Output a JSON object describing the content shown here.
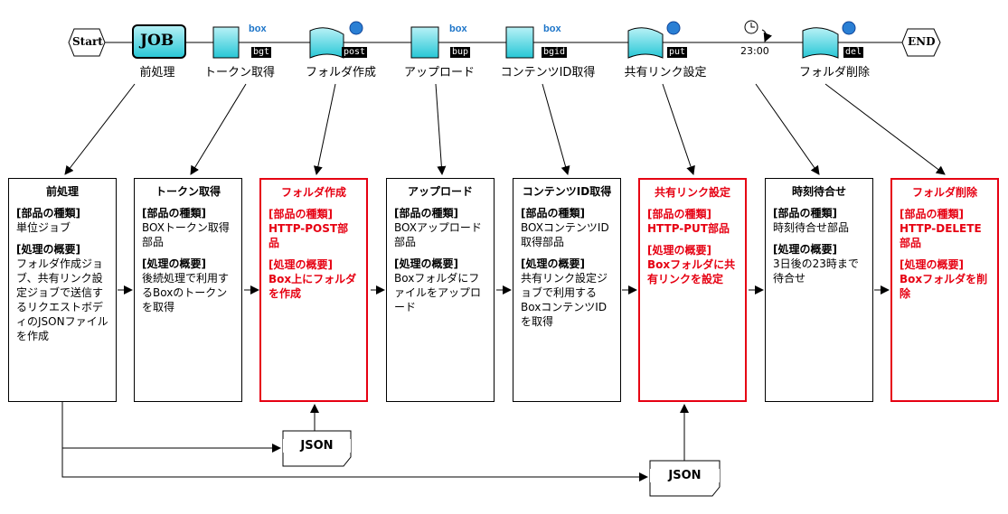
{
  "flow": {
    "start_label": "Start",
    "end_label": "END",
    "job_label": "JOB",
    "steps": [
      {
        "label": "前処理"
      },
      {
        "label": "トークン取得",
        "tag": "bgt",
        "logo": "box"
      },
      {
        "label": "フォルダ作成",
        "tag": "post"
      },
      {
        "label": "アップロード",
        "tag": "bup",
        "logo": "box"
      },
      {
        "label": "コンテンツID取得",
        "tag": "bgid",
        "logo": "box"
      },
      {
        "label": "共有リンク設定",
        "tag": "put"
      },
      {
        "label": "",
        "time": "23:00"
      },
      {
        "label": "フォルダ削除",
        "tag": "del"
      }
    ]
  },
  "boxes": [
    {
      "title": "前処理",
      "kind_key": "[部品の種類]",
      "kind": "単位ジョブ",
      "summary_key": "[処理の概要]",
      "summary": "フォルダ作成ジョブ、共有リンク設定ジョブで送信するリクエストボディのJSONファイルを作成",
      "red": false
    },
    {
      "title": "トークン取得",
      "kind_key": "[部品の種類]",
      "kind": "BOXトークン取得部品",
      "summary_key": "[処理の概要]",
      "summary": "後続処理で利用するBoxのトークンを取得",
      "red": false
    },
    {
      "title": "フォルダ作成",
      "kind_key": "[部品の種類]",
      "kind": "HTTP-POST部品",
      "summary_key": "[処理の概要]",
      "summary": "Box上にフォルダを作成",
      "red": true
    },
    {
      "title": "アップロード",
      "kind_key": "[部品の種類]",
      "kind": "BOXアップロード部品",
      "summary_key": "[処理の概要]",
      "summary": "Boxフォルダにファイルをアップロード",
      "red": false
    },
    {
      "title": "コンテンツID取得",
      "kind_key": "[部品の種類]",
      "kind": "BOXコンテンツID取得部品",
      "summary_key": "[処理の概要]",
      "summary": "共有リンク設定ジョブで利用するBoxコンテンツIDを取得",
      "red": false
    },
    {
      "title": "共有リンク設定",
      "kind_key": "[部品の種類]",
      "kind": "HTTP-PUT部品",
      "summary_key": "[処理の概要]",
      "summary": "Boxフォルダに共有リンクを設定",
      "red": true
    },
    {
      "title": "時刻待合せ",
      "kind_key": "[部品の種類]",
      "kind": "時刻待合せ部品",
      "summary_key": "[処理の概要]",
      "summary": "3日後の23時まで待合せ",
      "red": false
    },
    {
      "title": "フォルダ削除",
      "kind_key": "[部品の種類]",
      "kind": "HTTP-DELETE部品",
      "summary_key": "[処理の概要]",
      "summary": "Boxフォルダを削除",
      "red": true
    }
  ],
  "docs": [
    {
      "label": "JSON"
    },
    {
      "label": "JSON"
    }
  ],
  "colors": {
    "accent_red": "#e60012",
    "icon_cyan": "#27c7d6",
    "box_blue": "#1a73c8",
    "clock_navy": "#1f3a6b"
  }
}
